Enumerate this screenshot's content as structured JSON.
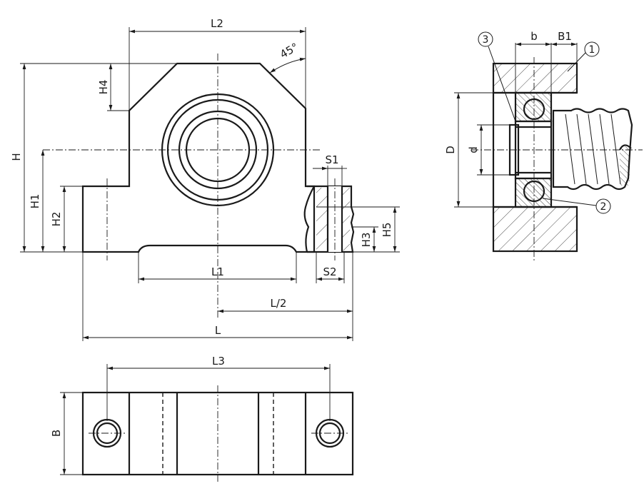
{
  "dimensions": {
    "L": "L",
    "L_half": "L/2",
    "L1": "L1",
    "L2": "L2",
    "L3": "L3",
    "H": "H",
    "H1": "H1",
    "H2": "H2",
    "H3": "H3",
    "H4": "H4",
    "H5": "H5",
    "S1": "S1",
    "S2": "S2",
    "B": "B",
    "B1": "B1",
    "b": "b",
    "D": "D",
    "d": "d",
    "angle": "45°"
  },
  "callouts": {
    "housing": "1",
    "bearing": "2",
    "seal": "3"
  }
}
